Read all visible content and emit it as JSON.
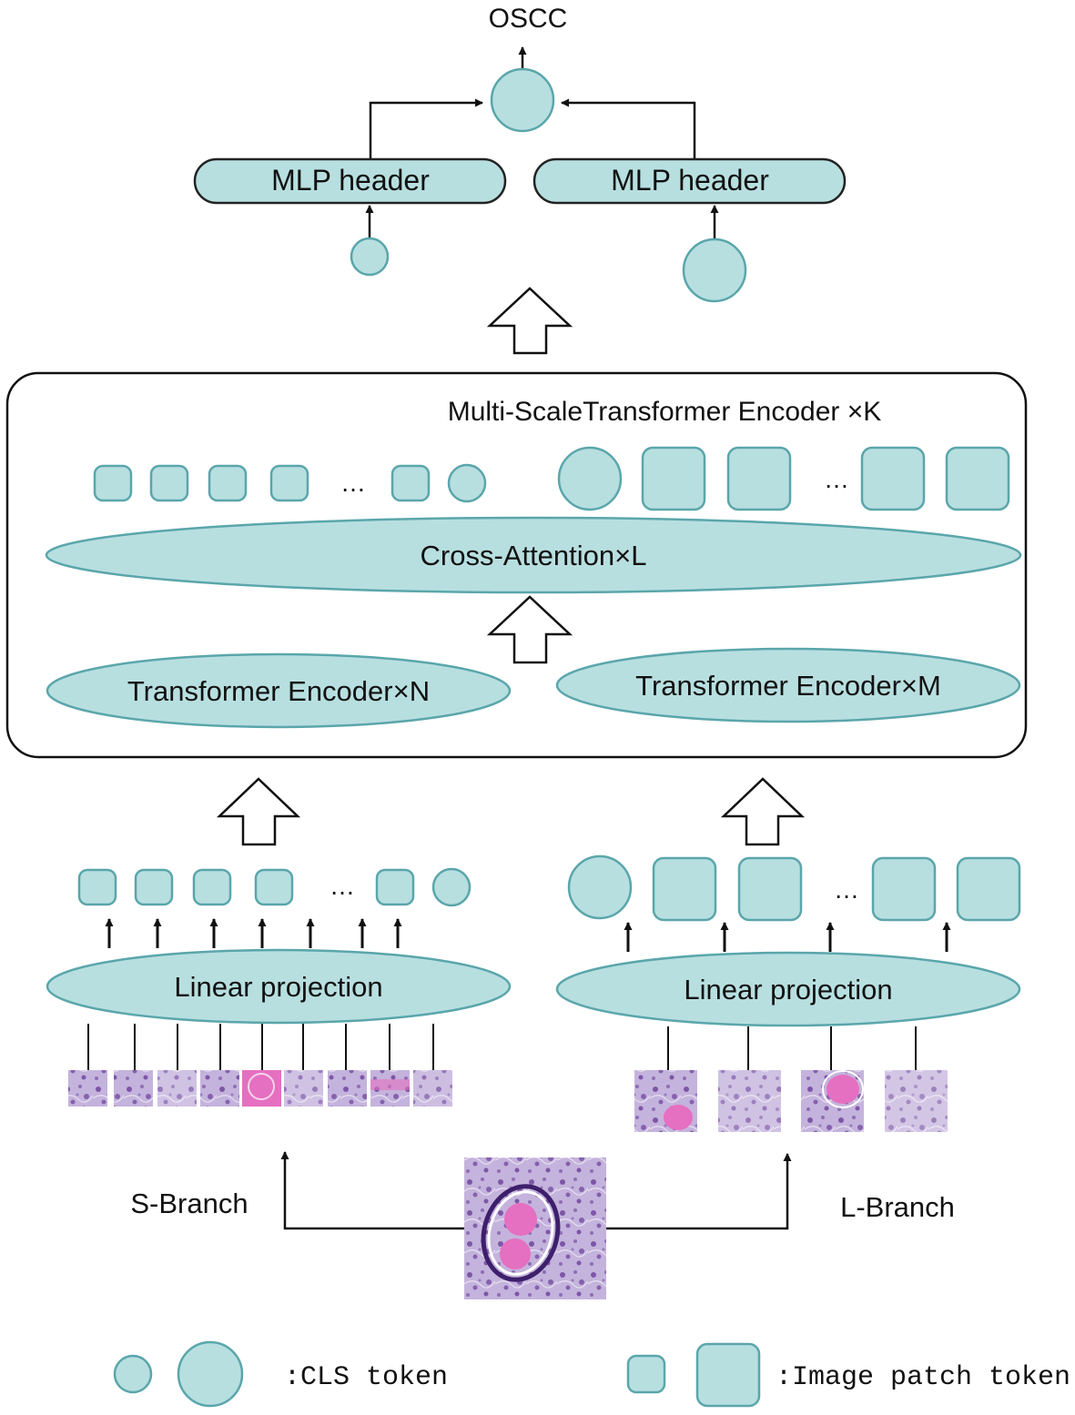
{
  "colors": {
    "token_fill": "#b8dfe0",
    "token_stroke": "#5aa6ab",
    "outline": "#222222",
    "tissue_base": "#c4b3dc",
    "tissue_dark": "#6b3f9a",
    "tissue_pink": "#e56fc0"
  },
  "output": {
    "label": "OSCC"
  },
  "heads": {
    "left_label": "MLP header",
    "right_label": "MLP header"
  },
  "encoder": {
    "title": "Multi-ScaleTransformer Encoder ×K",
    "ellipsis_left": "…",
    "ellipsis_right": "…",
    "cross_attention": "Cross-Attention×L",
    "transformer_s": "Transformer Encoder×N",
    "transformer_l": "Transformer Encoder×M"
  },
  "branches": {
    "s_ellipsis": "…",
    "l_ellipsis": "…",
    "s_projection": "Linear projection",
    "l_projection": "Linear projection",
    "s_label": "S-Branch",
    "l_label": "L-Branch"
  },
  "legend": {
    "cls_label": ":CLS token",
    "patch_label": ":Image patch token"
  }
}
